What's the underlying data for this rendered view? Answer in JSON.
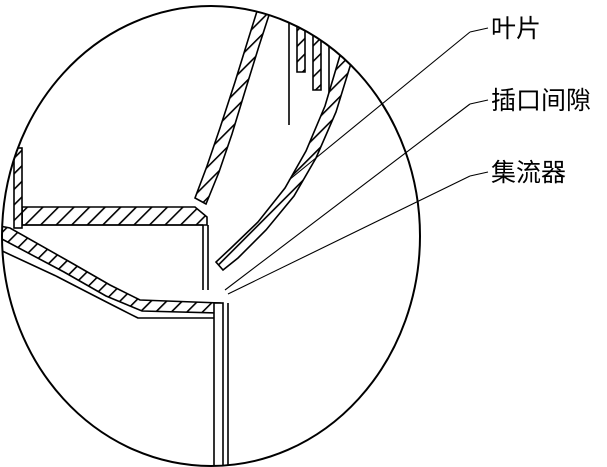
{
  "labels": {
    "blade": "叶片",
    "inlet_gap": "插口间隙",
    "collector": "集流器"
  },
  "colors": {
    "line": "#000000",
    "background": "#ffffff"
  }
}
